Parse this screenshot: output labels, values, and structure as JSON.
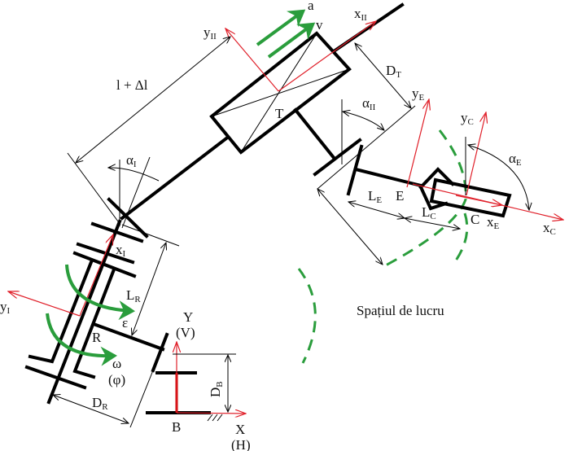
{
  "labels": {
    "a": "a",
    "v": "v",
    "x_II": {
      "main": "x",
      "sub": "II"
    },
    "y_II": {
      "main": "y",
      "sub": "II"
    },
    "T": "T",
    "l_dl": "l + Δl",
    "alpha_I": {
      "main": "α",
      "sub": "I"
    },
    "D_T": {
      "main": "D",
      "sub": "T"
    },
    "alpha_II": {
      "main": "α",
      "sub": "II"
    },
    "y_E": {
      "main": "y",
      "sub": "E"
    },
    "y_C": {
      "main": "y",
      "sub": "C"
    },
    "alpha_E": {
      "main": "α",
      "sub": "E"
    },
    "L_E": {
      "main": "L",
      "sub": "E"
    },
    "E": "E",
    "L_C": {
      "main": "L",
      "sub": "C"
    },
    "C": "C",
    "x_E": {
      "main": "x",
      "sub": "E"
    },
    "x_C": {
      "main": "x",
      "sub": "C"
    },
    "x_I": {
      "main": "x",
      "sub": "I"
    },
    "y_I": {
      "main": "y",
      "sub": "I"
    },
    "L_R": {
      "main": "L",
      "sub": "R"
    },
    "epsilon": "ε",
    "R": "R",
    "omega": "ω",
    "phi": "(φ)",
    "D_R": {
      "main": "D",
      "sub": "R"
    },
    "Y": "Y",
    "V": "(V)",
    "D_B": {
      "main": "D",
      "sub": "B"
    },
    "B": "B",
    "X": "X",
    "H": "(H)",
    "workspace": "Spațiul de lucru"
  },
  "colors": {
    "axes": "#e0202a",
    "motion": "#2a9d3c",
    "structure": "#000000"
  }
}
